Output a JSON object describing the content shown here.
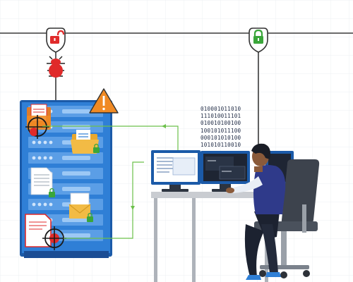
{
  "binary_lines": [
    "010001011010",
    "111010011101",
    "010010100100",
    "100101011100",
    "000101010100",
    "101010110010"
  ],
  "icons": {
    "left_lock": "unlocked-padlock-icon",
    "right_lock": "locked-padlock-icon",
    "bug": "bug-icon",
    "warning": "warning-triangle-icon",
    "target": "crosshair-target-icon",
    "folder": "folder-icon",
    "document": "document-icon",
    "mail": "envelope-icon",
    "mini_lock": "small-lock-icon"
  },
  "colors": {
    "server_blue": "#2f7fd6",
    "server_dark": "#1b5aa8",
    "danger_red": "#e02a2a",
    "secure_green": "#3aa63a",
    "flow_green": "#6cc04a",
    "warning_orange": "#f08a24",
    "network_line": "#3a3a3a"
  }
}
